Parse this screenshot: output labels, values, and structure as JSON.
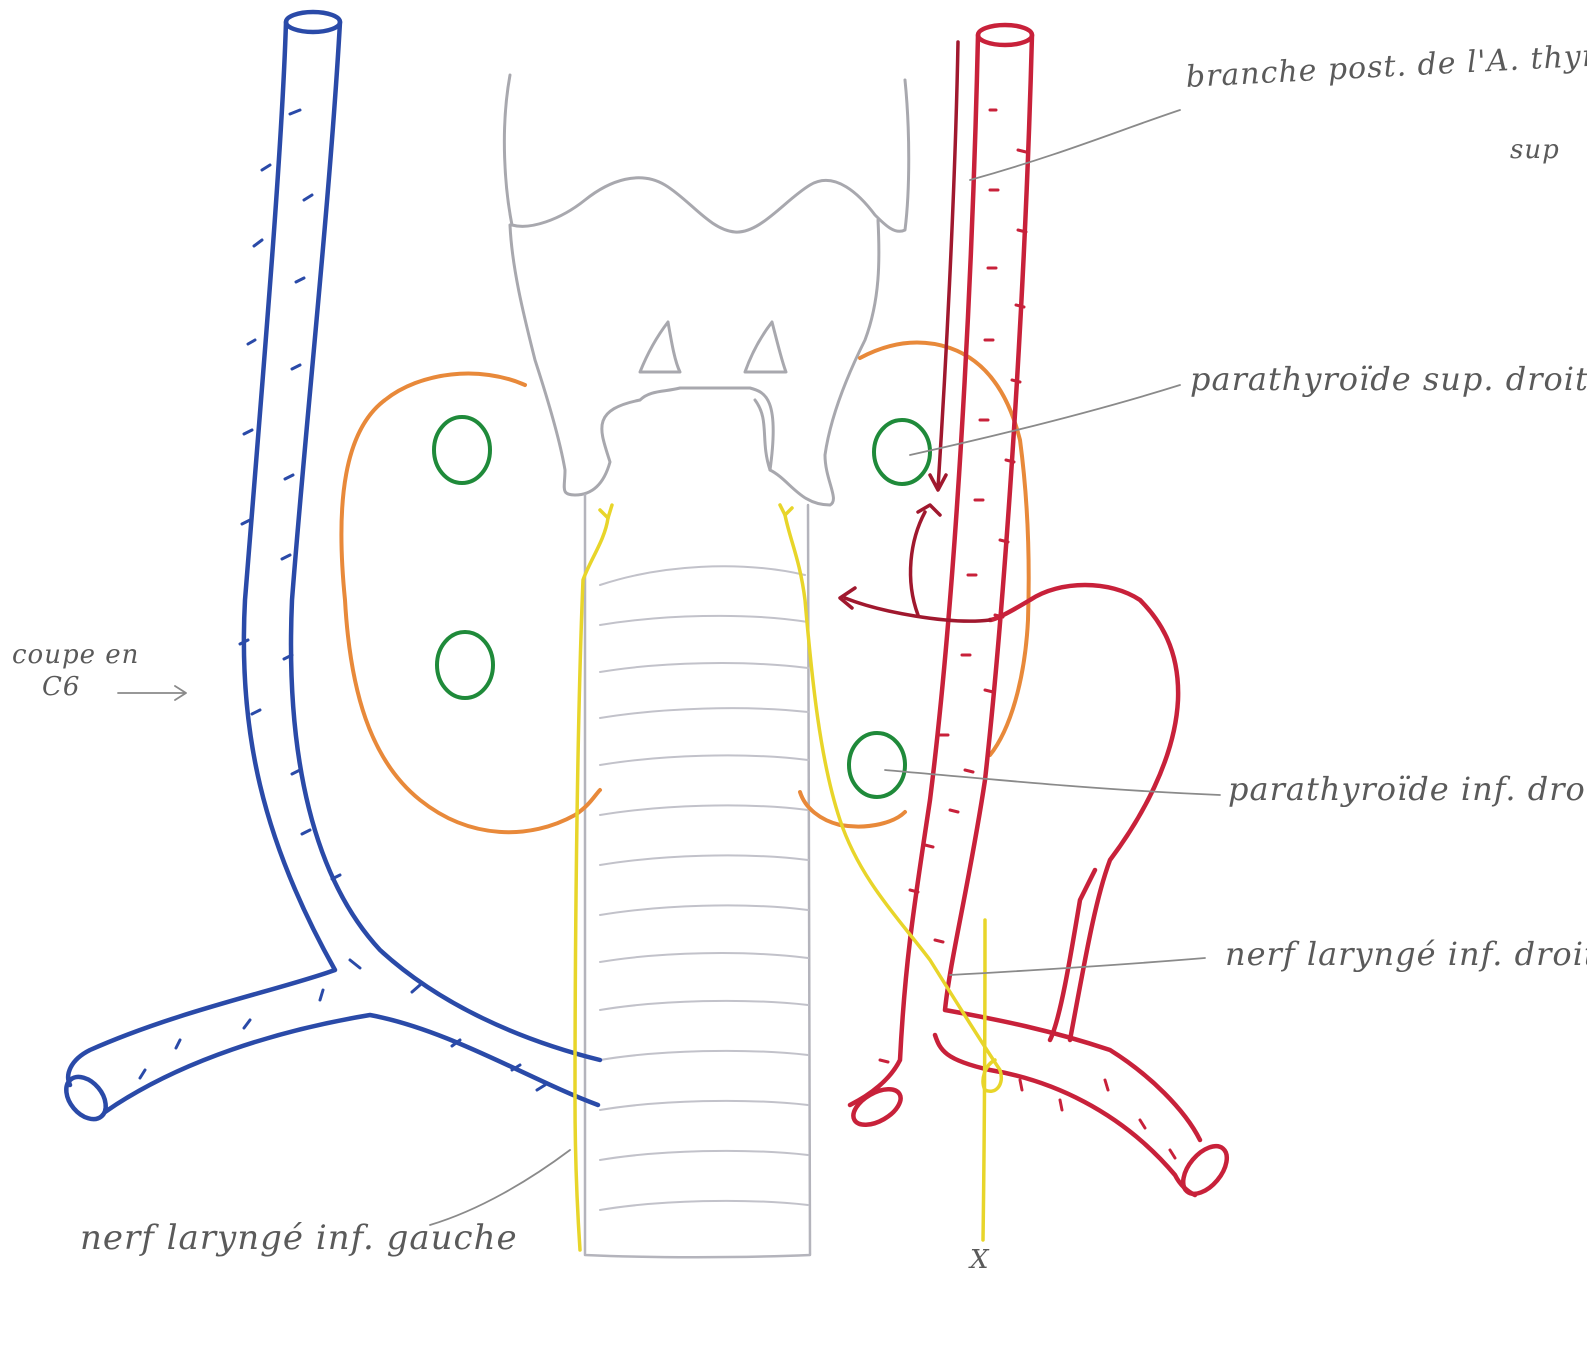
{
  "labels": {
    "branche_post": "branche post. de l'A. thyroïdienne",
    "branche_post_sup": "sup",
    "parathyroide_sup_droite": "parathyroïde sup. droite",
    "parathyroide_inf_droite": "parathyroïde inf. droite",
    "nerf_laryngee_inf_droit": "nerf laryngé inf. droit",
    "nerf_laryngee_inf_gauche": "nerf laryngé inf. gauche",
    "coupe_en": "coupe en",
    "c6": "C6",
    "x_nerve": "X"
  },
  "colors": {
    "vein": "#2a4aa8",
    "artery": "#c8213a",
    "artery_dark": "#a0182e",
    "thyroid": "#e8893a",
    "parathyroid": "#1f8a3a",
    "nerve": "#e8d52a",
    "pencil": "#9a9aa2",
    "leader": "#8a8a8a"
  }
}
